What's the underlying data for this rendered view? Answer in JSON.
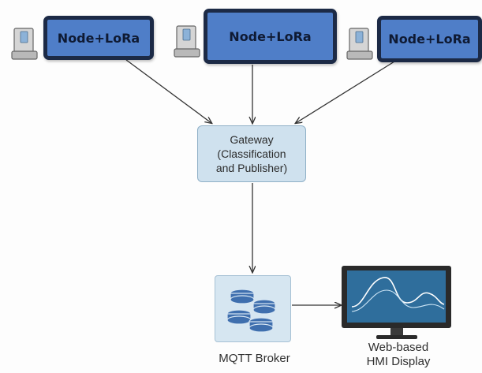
{
  "nodes": [
    {
      "label": "Node+LoRa"
    },
    {
      "label": "Node+LoRa"
    },
    {
      "label": "Node+LoRa"
    }
  ],
  "gateway": {
    "line1": "Gateway",
    "line2": "(Classification",
    "line3": "and Publisher)"
  },
  "broker": {
    "label": "MQTT Broker"
  },
  "display": {
    "line1": "Web-based",
    "line2": "HMI Display"
  },
  "colors": {
    "node_fill": "#4f7ec8",
    "node_border": "#1c2a46",
    "gateway_fill": "#cfe1ee",
    "broker_fill": "#d6e6f1",
    "database_blue": "#3f6fae",
    "screen_blue": "#2f6e9c",
    "arrow": "#333333"
  },
  "icons": [
    "computer-icon",
    "database-icon",
    "monitor-icon"
  ]
}
